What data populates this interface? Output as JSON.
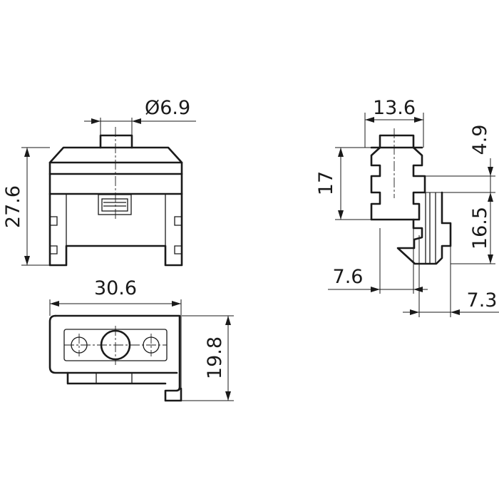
{
  "drawing": {
    "views": {
      "front": "front-view",
      "top": "top-view",
      "side": "side-view"
    },
    "dimensions": {
      "pin_diameter": "Ø6.9",
      "total_height": "27.6",
      "total_width": "30.6",
      "depth": "19.8",
      "side_top_width": "13.6",
      "side_height_17": "17",
      "side_height_4_9": "4.9",
      "side_height_16_5": "16.5",
      "side_offset_7_6": "7.6",
      "side_offset_7_3": "7.3"
    }
  }
}
